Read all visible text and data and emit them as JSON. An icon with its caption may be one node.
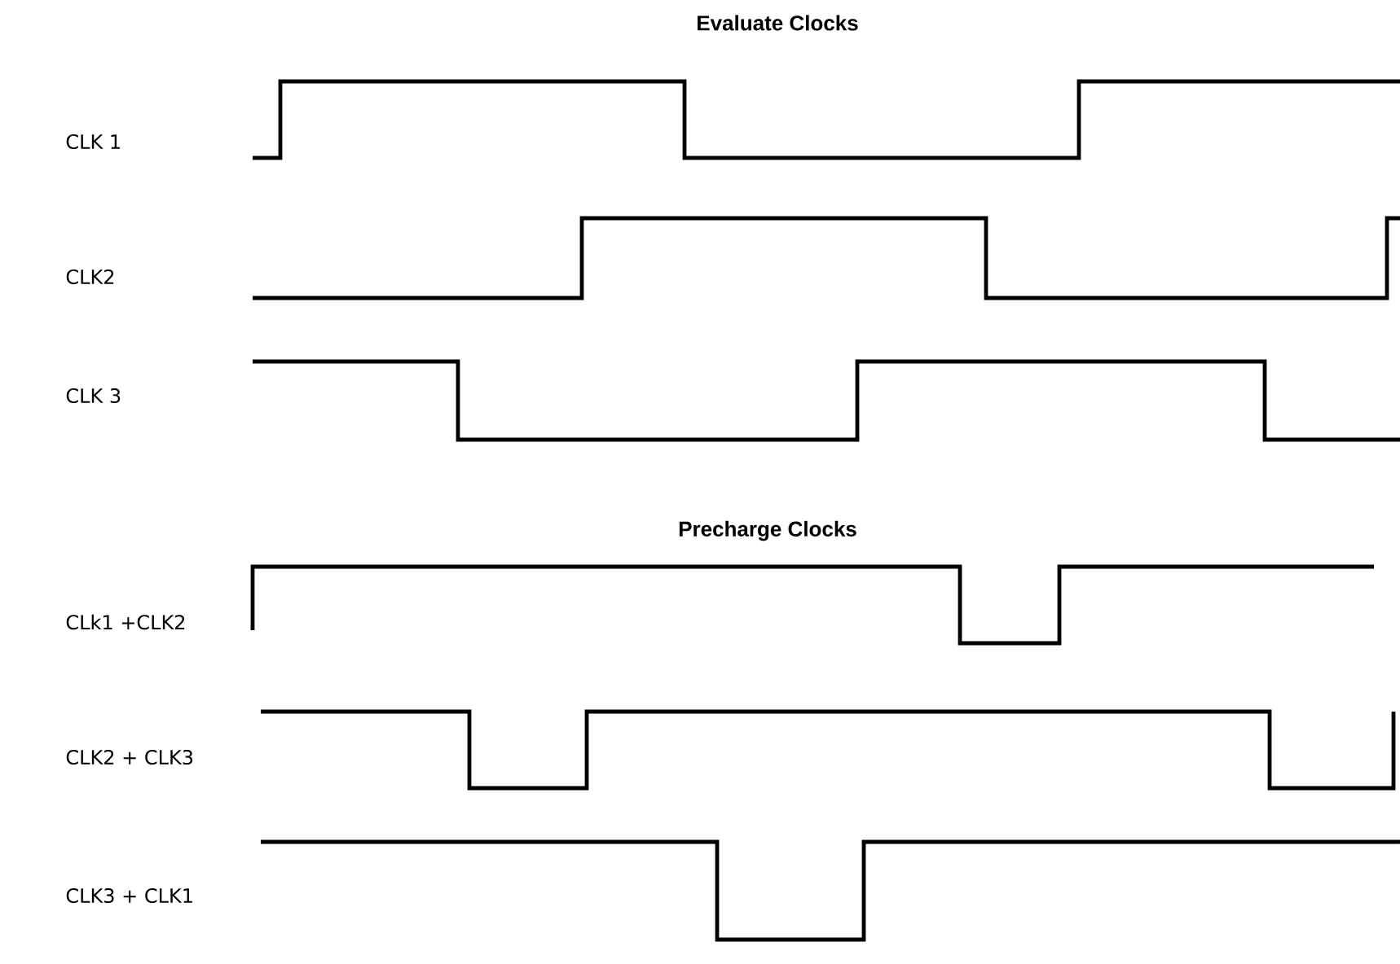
{
  "diagram": {
    "title": "Evaluate Clocks",
    "labels": [
      "CLK 1",
      "CLK2",
      "CLK 3",
      "Precharge Clocks",
      "CLk1 +CLK2",
      "CLK2 + CLK3",
      "CLK3 + CLK1"
    ]
  }
}
